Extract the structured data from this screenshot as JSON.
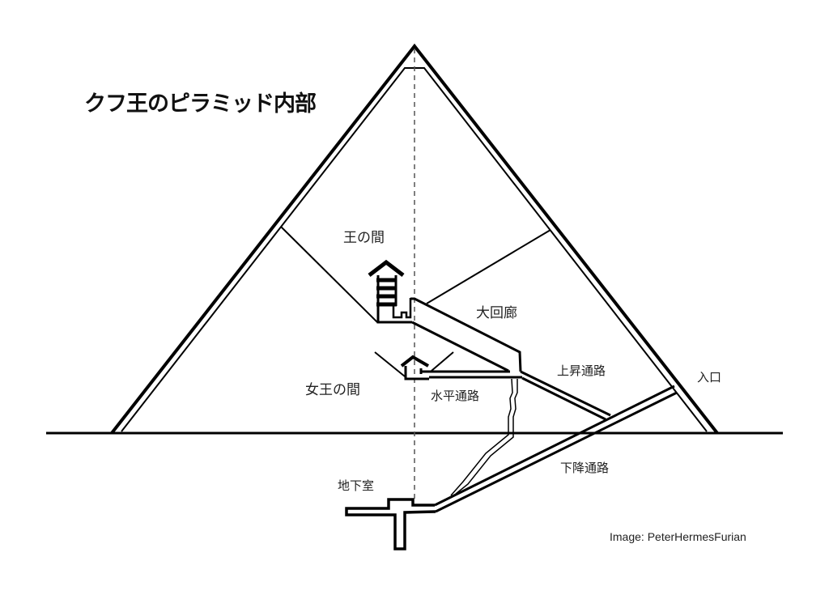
{
  "title": "クフ王のピラミッド内部",
  "labels": {
    "kings_chamber": "王の間",
    "grand_gallery": "大回廊",
    "ascending_passage": "上昇通路",
    "entrance": "入口",
    "queens_chamber": "女王の間",
    "horizontal_passage": "水平通路",
    "descending_passage": "下降通路",
    "subterranean_chamber": "地下室"
  },
  "credit": "Image: PeterHermesFurian"
}
